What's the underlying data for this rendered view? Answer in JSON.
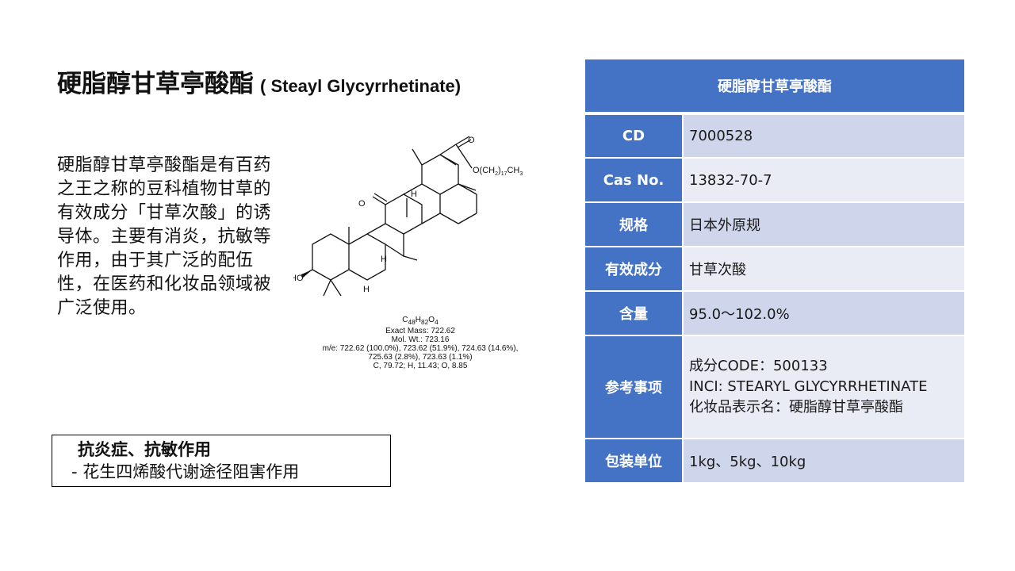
{
  "title": {
    "cn": "硬脂醇甘草亭酸酯",
    "en": "( Steayl Glycyrrhetinate)"
  },
  "description": "硬脂醇甘草亭酸酯是有百药之王之称的豆科植物甘草的有效成分「甘草次酸」的诱导体。主要有消炎，抗敏等作用，由于其广泛的配伍性，在医药和化妆品领域被广泛使用。",
  "structure": {
    "ester_label": "O(CH2)17CH3",
    "ester_prefix": "O(CH",
    "ester_sub1": "2",
    "ester_mid": ")",
    "ester_sub2": "17",
    "ester_suffix": "CH",
    "ester_sub3": "3",
    "ho": "HO",
    "o_ketone": "O",
    "o_carbonyl": "O",
    "h": "H",
    "formula_c": "C",
    "formula_c_sub": "48",
    "formula_h": "H",
    "formula_h_sub": "82",
    "formula_o": "O",
    "formula_o_sub": "4",
    "exact_mass": "Exact Mass: 722.62",
    "mol_wt": "Mol. Wt.: 723.16",
    "me_line1": "m/e: 722.62 (100.0%), 723.62 (51.9%), 724.63 (14.6%),",
    "me_line2": "725.63 (2.8%), 723.63 (1.1%)",
    "composition": "C, 79.72; H, 11.43; O, 8.85"
  },
  "effects": {
    "heading": "抗炎症、抗敏作用",
    "item": "- 花生四烯酸代谢途径阻害作用"
  },
  "table": {
    "header": "硬脂醇甘草亭酸酯",
    "rows": [
      {
        "label": "CD",
        "value": "7000528"
      },
      {
        "label": "Cas No.",
        "value": "13832-70-7"
      },
      {
        "label": "规格",
        "value": "日本外原规"
      },
      {
        "label": "有效成分",
        "value": "甘草次酸"
      },
      {
        "label": "含量",
        "value": "95.0～102.0%"
      },
      {
        "label": "参考事项",
        "lines": [
          "成分CODE：500133",
          "INCI: STEARYL GLYCYRRHETINATE",
          "化妆品表示名：硬脂醇甘草亭酸酯"
        ]
      },
      {
        "label": "包装单位",
        "value": "1kg、5kg、10kg"
      }
    ]
  },
  "colors": {
    "table_header": "#4472c4",
    "row_odd": "#cfd5ea",
    "row_even": "#e9ebf5"
  }
}
